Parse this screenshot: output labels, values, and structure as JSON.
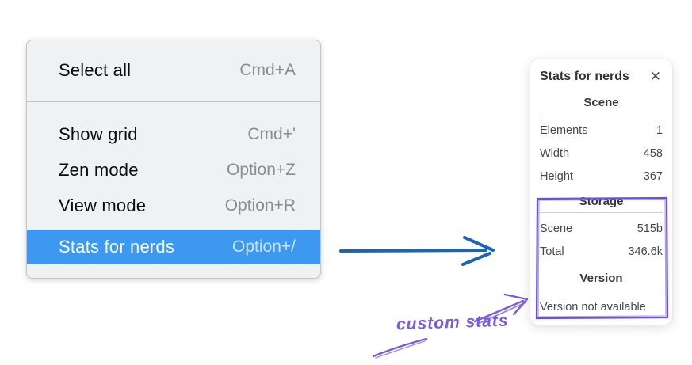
{
  "menu": {
    "sections": [
      {
        "items": [
          {
            "label": "Select all",
            "shortcut": "Cmd+A"
          }
        ]
      },
      {
        "items": [
          {
            "label": "Show grid",
            "shortcut": "Cmd+'"
          },
          {
            "label": "Zen mode",
            "shortcut": "Option+Z"
          },
          {
            "label": "View mode",
            "shortcut": "Option+R"
          },
          {
            "label": "Stats for nerds",
            "shortcut": "Option+/",
            "selected": true
          }
        ]
      }
    ]
  },
  "stats_panel": {
    "title": "Stats for nerds",
    "close_glyph": "✕",
    "sections": [
      {
        "heading": "Scene",
        "rows": [
          [
            "Elements",
            "1"
          ],
          [
            "Width",
            "458"
          ],
          [
            "Height",
            "367"
          ]
        ]
      },
      {
        "heading": "Storage",
        "rows": [
          [
            "Scene",
            "515b"
          ],
          [
            "Total",
            "346.6k"
          ]
        ]
      },
      {
        "heading": "Version",
        "note": "Version not available"
      }
    ]
  },
  "annotation": {
    "label": "custom stats"
  },
  "icons": {
    "close": "close-icon"
  },
  "colors": {
    "menu_background": "#f0f1f2",
    "menu_highlight": "#3d99f0",
    "menu_shortcut": "#8a8d90",
    "flow_arrow": "#1d64b4",
    "annotation_purple": "#7a5be0",
    "annotation_box": "#6d52d8",
    "panel_background": "#ffffff",
    "divider": "#c9d1d9"
  }
}
